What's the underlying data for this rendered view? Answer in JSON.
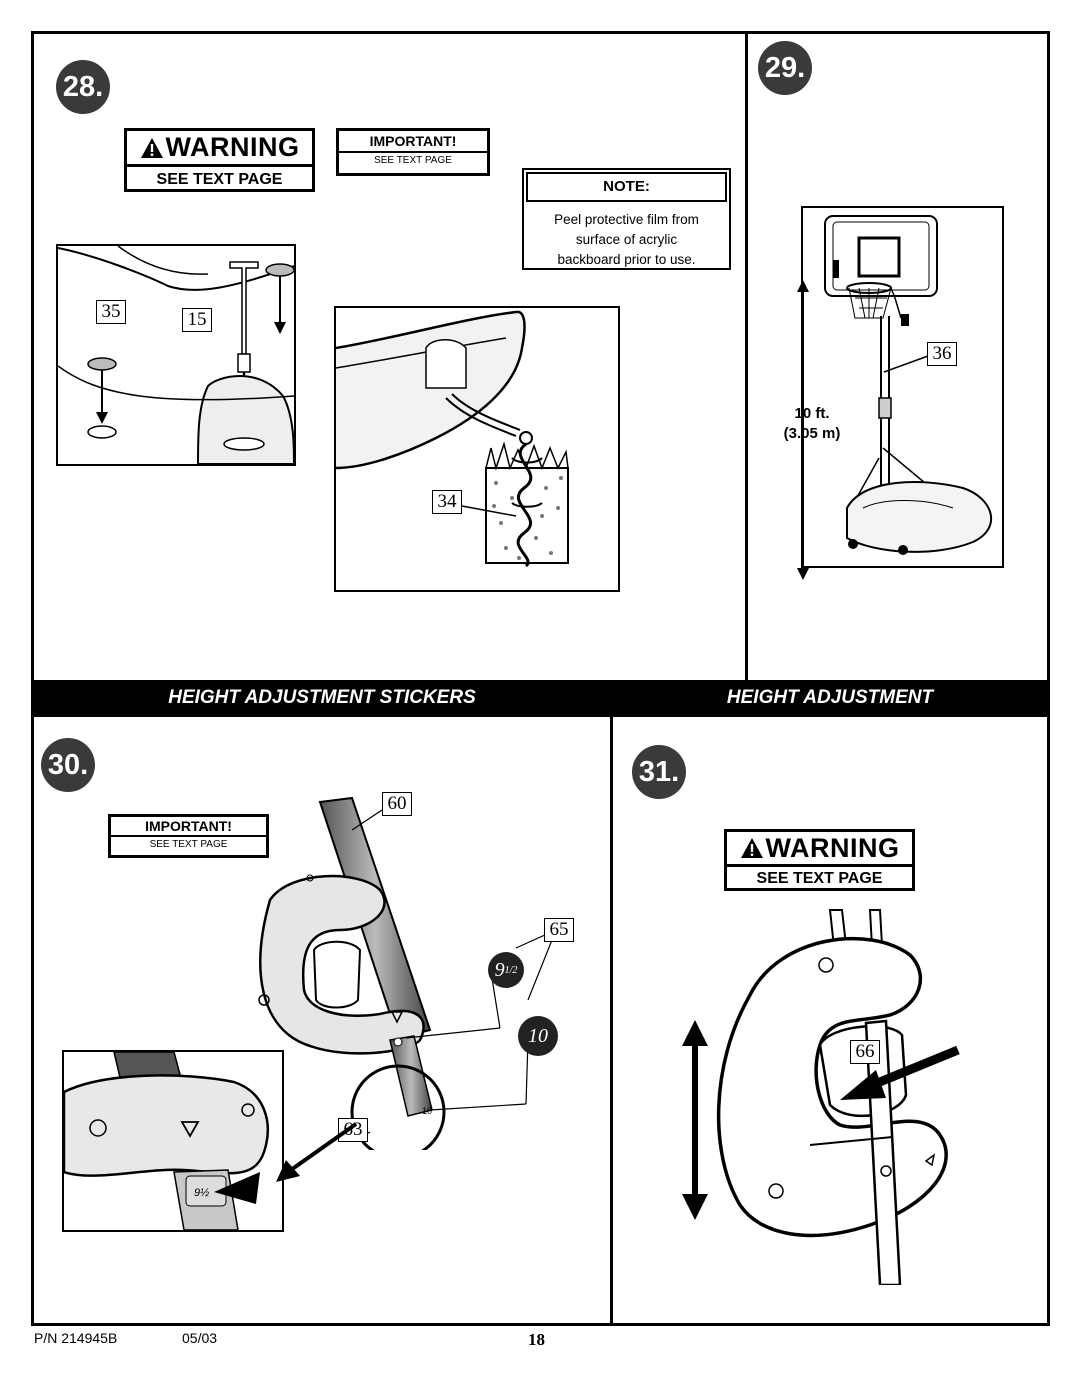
{
  "steps": {
    "s28": "28.",
    "s29": "29.",
    "s30": "30.",
    "s31": "31."
  },
  "warning": {
    "title": "WARNING",
    "subtitle": "SEE TEXT PAGE",
    "symbol": "!"
  },
  "important": {
    "title": "IMPORTANT!",
    "subtitle": "SEE TEXT PAGE"
  },
  "note": {
    "title": "NOTE:",
    "line1": "Peel protective film from",
    "line2": "surface of acrylic",
    "line3": "backboard prior to use."
  },
  "callouts": {
    "c35": "35",
    "c15": "15",
    "c34": "34",
    "c36": "36",
    "c60": "60",
    "c65": "65",
    "c63": "63",
    "c66": "66"
  },
  "height": {
    "ft": "10 ft.",
    "m": "(3.05 m)"
  },
  "stickers": {
    "nine_half": "9",
    "half": "1/2",
    "ten": "10"
  },
  "bars": {
    "left": "HEIGHT ADJUSTMENT STICKERS",
    "right": "HEIGHT ADJUSTMENT"
  },
  "footer": {
    "part_number": "P/N  214945B",
    "date": "05/03",
    "page": "18"
  }
}
